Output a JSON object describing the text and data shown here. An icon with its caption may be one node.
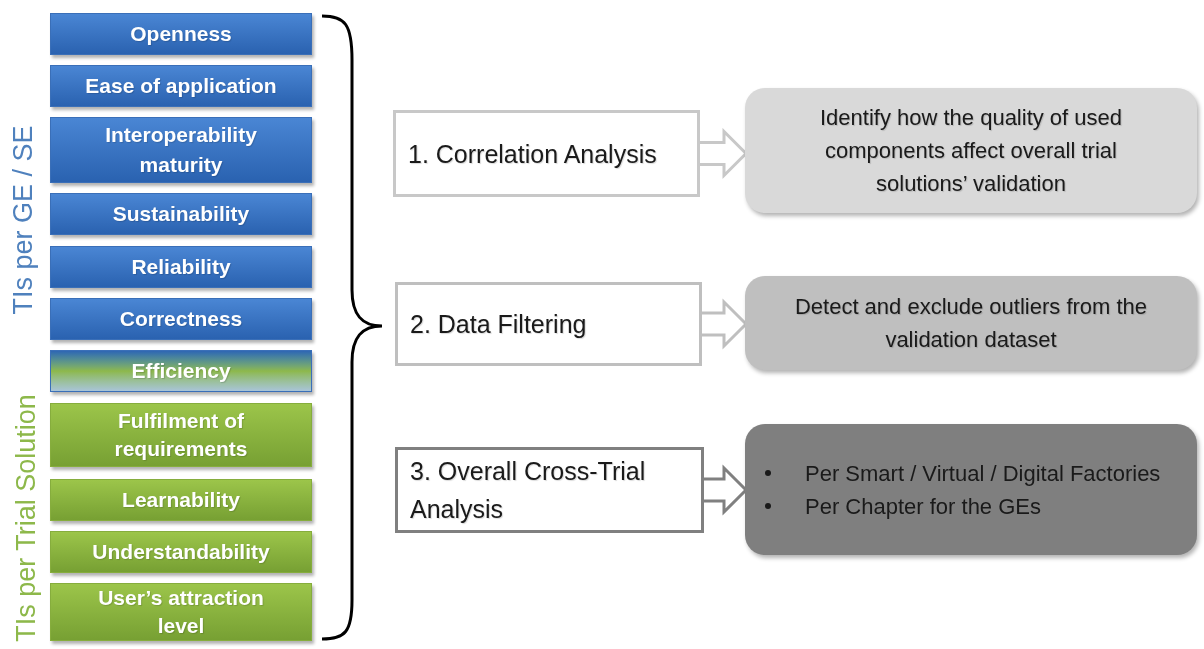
{
  "diagram": {
    "nodes": [
      {
        "text": [
          "Openness"
        ]
      },
      {
        "text": [
          "Ease of application"
        ]
      },
      {
        "text": [
          "Interoperability maturity"
        ]
      },
      {
        "text": [
          "Sustainability"
        ]
      },
      {
        "text": [
          "Reliability"
        ]
      },
      {
        "text": [
          "Correctness"
        ]
      },
      {
        "text": [
          "Efficiency"
        ]
      },
      {
        "text": [
          "Fulfilment of requirements"
        ]
      },
      {
        "text": [
          "Learnability"
        ]
      },
      {
        "text": [
          "Understandability"
        ]
      },
      {
        "text": [
          "User’s attraction level"
        ]
      },
      {
        "text": [
          "1. Correlation Analysis"
        ]
      },
      {
        "text": [
          "2. Data Filtering"
        ]
      },
      {
        "text": [
          "3. Overall Cross-Trial Analysis"
        ]
      },
      {
        "text": [
          "Identify how the quality of used components affect overall trial solutions’ validation"
        ]
      },
      {
        "text": [
          "Detect and exclude outliers from the validation dataset"
        ]
      },
      {
        "text": [
          "Per Smart / Virtual / Digital Factories",
          "Per Chapter for the GEs"
        ]
      }
    ],
    "edges": [
      {
        "from": 11,
        "to": 14,
        "arrow": "to",
        "color": "#c8c8c8"
      },
      {
        "from": 12,
        "to": 15,
        "arrow": "to",
        "color": "#bfbfbf"
      },
      {
        "from": 13,
        "to": 16,
        "arrow": "to",
        "color": "#808080"
      }
    ],
    "labels": [
      "TIs per GE / SE",
      "TIs per Trial Solution"
    ]
  }
}
